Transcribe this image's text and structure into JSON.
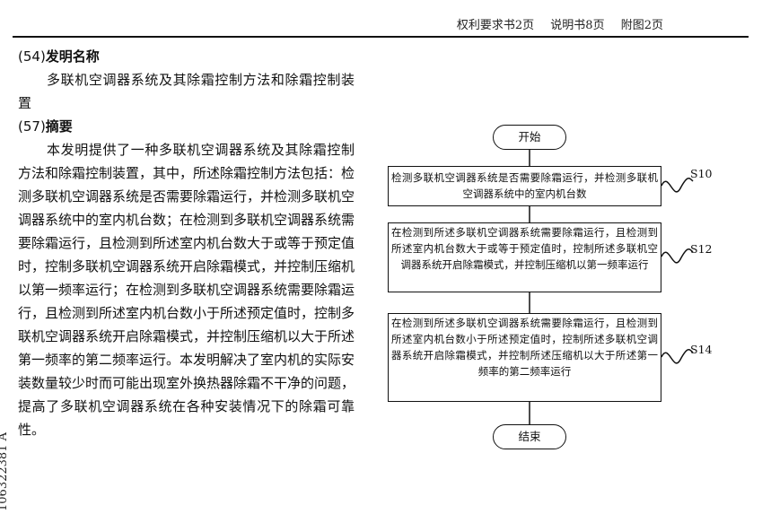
{
  "header": {
    "items": [
      "权利要求书2页",
      "说明书8页",
      "附图2页"
    ]
  },
  "side_number": "106322381 A",
  "section54": {
    "num": "(54)",
    "label": "发明名称",
    "title": "多联机空调器系统及其除霜控制方法和除霜控制装置"
  },
  "section57": {
    "num": "(57)",
    "label": "摘要",
    "text": "本发明提供了一种多联机空调器系统及其除霜控制方法和除霜控制装置，其中，所述除霜控制方法包括：检测多联机空调器系统是否需要除霜运行，并检测多联机空调器系统中的室内机台数；在检测到多联机空调器系统需要除霜运行，且检测到所述室内机台数大于或等于预定值时，控制多联机空调器系统开启除霜模式，并控制压缩机以第一频率运行；在检测到多联机空调器系统需要除霜运行，且检测到所述室内机台数小于所述预定值时，控制多联机空调器系统开启除霜模式，并控制压缩机以大于所述第一频率的第二频率运行。本发明解决了室内机的实际安装数量较少时而可能出现室外换热器除霜不干净的问题，提高了多联机空调器系统在各种安装情况下的除霜可靠性。"
  },
  "flowchart": {
    "start": "开始",
    "end": "结束",
    "steps": [
      {
        "label": "S10",
        "text": "检测多联机空调器系统是否需要除霜运行，并检测多联机空调器系统中的室内机台数"
      },
      {
        "label": "S12",
        "text": "在检测到所述多联机空调器系统需要除霜运行，且检测到所述室内机台数大于或等于预定值时，控制所述多联机空调器系统开启除霜模式，并控制压缩机以第一频率运行"
      },
      {
        "label": "S14",
        "text": "在检测到所述多联机空调器系统需要除霜运行，且检测到所述室内机台数小于所述预定值时，控制所述多联机空调器系统开启除霜模式，并控制所述压缩机以大于所述第一频率的第二频率运行"
      }
    ]
  }
}
